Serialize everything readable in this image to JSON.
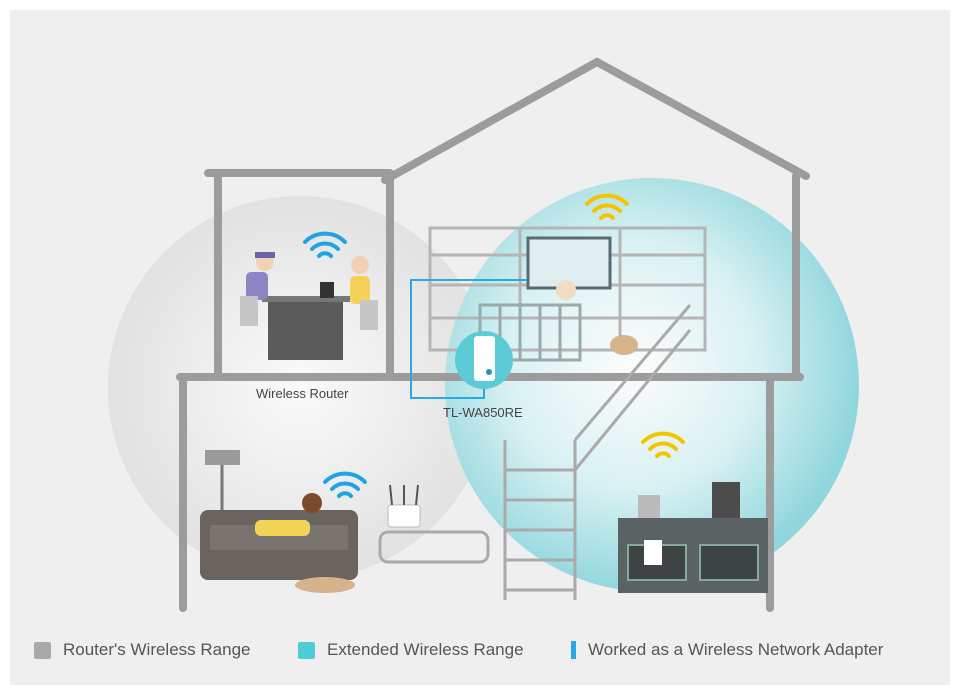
{
  "labels": {
    "router": "Wireless Router",
    "extender": "TL-WA850RE"
  },
  "legend": [
    {
      "label": "Router's Wireless Range",
      "color": "#a9a9ab"
    },
    {
      "label": "Extended Wireless Range",
      "color": "#4ecdd6"
    },
    {
      "label": "Worked as a Wireless Network Adapter",
      "color": "#29a8e8"
    }
  ],
  "colors": {
    "house": "#9c9c9c",
    "wifi_router": "#1fa3e6",
    "wifi_extended": "#f5c400",
    "panel": "#efefef"
  }
}
